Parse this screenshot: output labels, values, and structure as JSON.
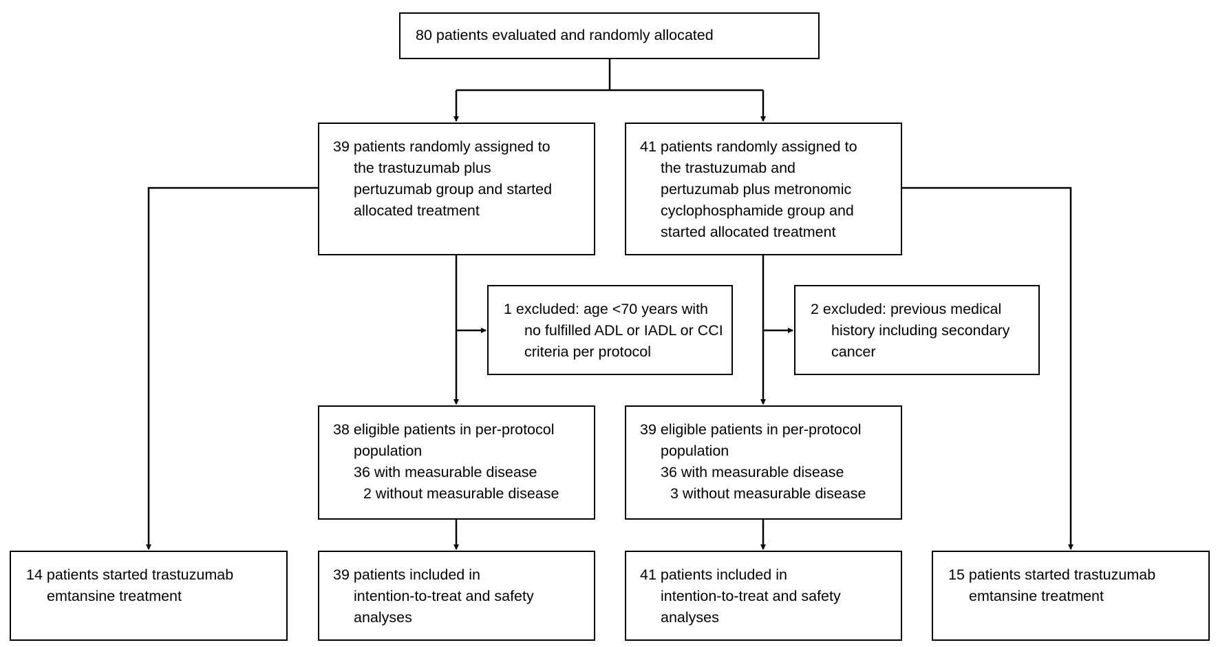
{
  "root": {
    "text": "80 patients evaluated and randomly allocated"
  },
  "left_arm": {
    "lines": [
      "39 patients randomly assigned to",
      "the trastuzumab plus",
      "pertuzumab group and started",
      "allocated treatment"
    ]
  },
  "right_arm": {
    "lines": [
      "41 patients randomly assigned to",
      "the trastuzumab and",
      "pertuzumab plus metronomic",
      "cyclophosphamide group and",
      "started allocated treatment"
    ]
  },
  "left_excluded": {
    "lines": [
      "1 excluded: age <70 years with",
      "no fulfilled ADL or IADL or CCI",
      "criteria per protocol"
    ]
  },
  "right_excluded": {
    "lines": [
      "2 excluded: previous medical",
      "history including secondary",
      "cancer"
    ]
  },
  "left_per_protocol": {
    "lines": [
      "38 eligible patients in per-protocol",
      "population",
      "36 with measurable disease",
      "2 without measurable disease"
    ]
  },
  "right_per_protocol": {
    "lines": [
      "39 eligible patients in per-protocol",
      "population",
      "36 with measurable disease",
      "3 without measurable disease"
    ]
  },
  "left_tdm1": {
    "lines": [
      "14 patients started trastuzumab",
      "emtansine treatment"
    ]
  },
  "left_itt": {
    "lines": [
      "39 patients included in",
      "intention-to-treat and safety",
      "analyses"
    ]
  },
  "right_itt": {
    "lines": [
      "41 patients included in",
      "intention-to-treat and safety",
      "analyses"
    ]
  },
  "right_tdm1": {
    "lines": [
      "15 patients started trastuzumab",
      "emtansine treatment"
    ]
  }
}
